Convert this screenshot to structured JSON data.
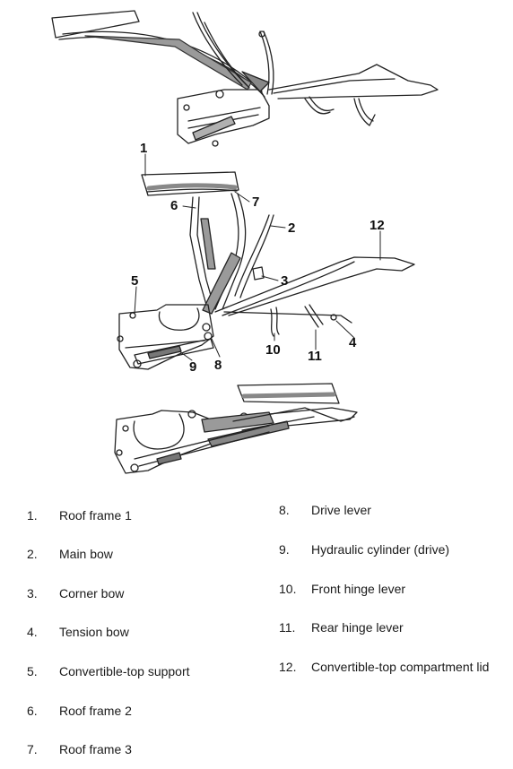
{
  "callouts": [
    "1",
    "2",
    "3",
    "4",
    "5",
    "6",
    "7",
    "8",
    "9",
    "10",
    "11",
    "12"
  ],
  "legend": [
    {
      "num": "1.",
      "label": "Roof frame 1"
    },
    {
      "num": "2.",
      "label": "Main bow"
    },
    {
      "num": "3.",
      "label": "Corner bow"
    },
    {
      "num": "4.",
      "label": "Tension bow"
    },
    {
      "num": "5.",
      "label": "Convertible-top support"
    },
    {
      "num": "6.",
      "label": "Roof frame 2"
    },
    {
      "num": "7.",
      "label": "Roof frame 3"
    },
    {
      "num": "8.",
      "label": "Drive lever"
    },
    {
      "num": "9.",
      "label": "Hydraulic cylinder (drive)"
    },
    {
      "num": "10.",
      "label": "Front hinge lever"
    },
    {
      "num": "11.",
      "label": "Rear hinge lever"
    },
    {
      "num": "12.",
      "label": "Convertible-top compartment lid"
    }
  ]
}
